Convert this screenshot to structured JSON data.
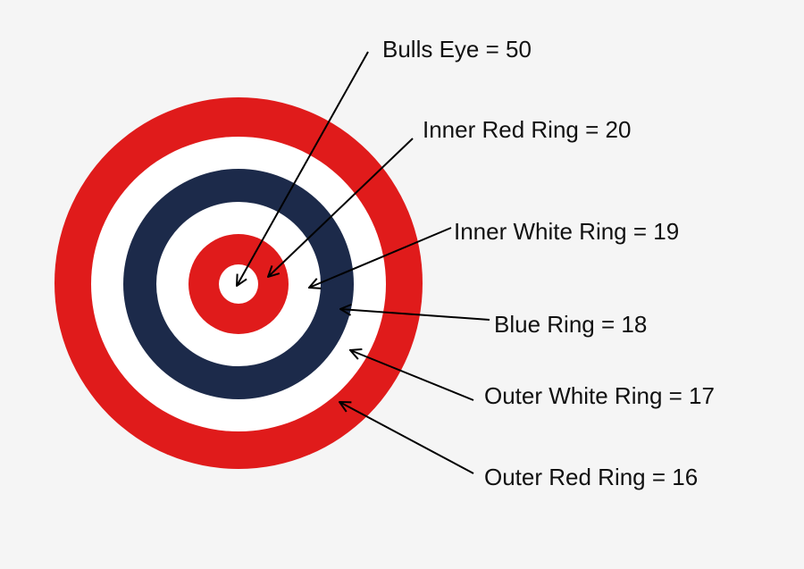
{
  "colors": {
    "red": "#e01b1b",
    "white": "#ffffff",
    "blue": "#1c2a4a",
    "background": "#f5f5f5"
  },
  "labels": [
    {
      "text": "Bulls Eye = 50",
      "ring": "bullseye"
    },
    {
      "text": "Inner Red Ring = 20",
      "ring": "inner-red"
    },
    {
      "text": "Inner White Ring = 19",
      "ring": "inner-white"
    },
    {
      "text": "Blue Ring = 18",
      "ring": "blue"
    },
    {
      "text": "Outer White Ring = 17",
      "ring": "outer-white"
    },
    {
      "text": "Outer Red Ring = 16",
      "ring": "outer-red"
    }
  ]
}
